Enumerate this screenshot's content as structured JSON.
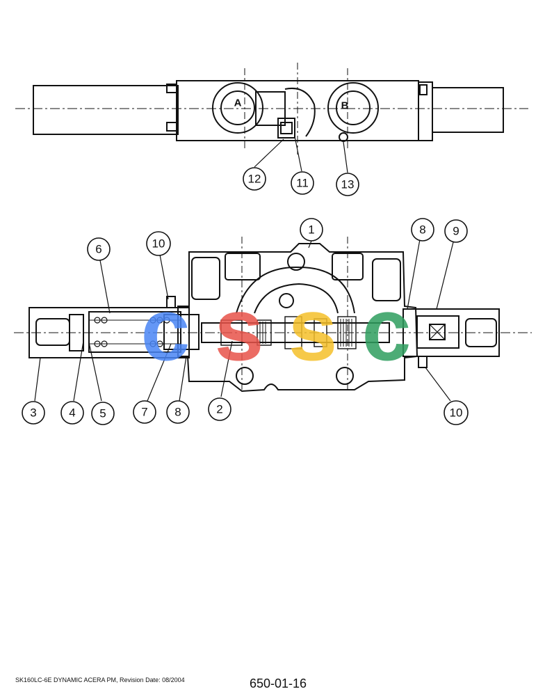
{
  "top_view": {
    "port_labels": [
      "A",
      "B"
    ],
    "callouts": [
      "12",
      "11",
      "13"
    ]
  },
  "section_view": {
    "callouts_top": [
      "6",
      "10",
      "1",
      "8",
      "9"
    ],
    "callouts_bottom": [
      "3",
      "4",
      "5",
      "7",
      "8",
      "2",
      "10"
    ]
  },
  "watermark": {
    "letters": [
      "c",
      "s",
      "s",
      "c"
    ],
    "colors": [
      "#4a86f5",
      "#e8534a",
      "#f5c02a",
      "#2f9e5f"
    ]
  },
  "footer": {
    "left_text": "SK160LC-6E DYNAMIC ACERA PM, Revision Date: 08/2004",
    "page_number": "650-01-16"
  }
}
